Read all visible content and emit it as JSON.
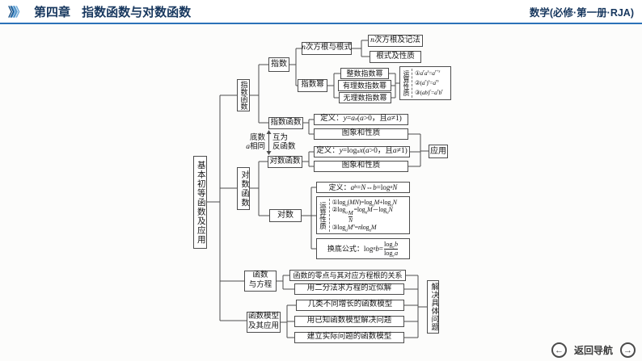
{
  "header": {
    "chevron_glyph": "》",
    "chapter": "第四章",
    "title": "指数函数与对数函数",
    "book": "数学(必修·第一册·RJA)"
  },
  "footer": {
    "back_nav": "返回导航",
    "back_icon": "←",
    "forward_icon": "→"
  },
  "map": {
    "root": "基本初等函数及应用",
    "exp_branch": {
      "label": "指数函数",
      "exponent": {
        "label": "指数",
        "n_root": {
          "label": "<i>n</i>次方根与根式",
          "notation": "<i>n</i>次方根及记法",
          "radical_props": "根式及性质"
        },
        "power": {
          "label": "指数幂",
          "children": [
            "整数指数幂",
            "有理数指数幂",
            "无理数指数幂"
          ],
          "props_label": "运算性质",
          "props": [
            "①<i>a</i><sup><i>r</i></sup><i>a</i><sup><i>s</i></sup>=<i>a</i><sup><i>r</i>+<i>s</i></sup>",
            "②(<i>a</i><sup><i>r</i></sup>)<sup><i>s</i></sup>=<i>a</i><sup><i>rs</i></sup>",
            "③(<i>ab</i>)<sup><i>r</i></sup>=<i>a</i><sup><i>r</i></sup><i>b</i><sup><i>r</i></sup>"
          ]
        }
      },
      "func": {
        "label": "指数函数",
        "definition": "定义：<i>y</i>=<i>a</i><sup><i>x</i></sup>(<i>a</i>&gt;0，且<i>a</i>≠1)",
        "graph": "图象和性质"
      }
    },
    "relation": {
      "same_base": "底数<br><i>a</i>相同",
      "inverse": "互为<br>反函数"
    },
    "application": "应用",
    "log_branch": {
      "label": "对数函数",
      "func": {
        "label": "对数函数",
        "definition": "定义：<i>y</i>=log<sub><i>a</i></sub><i>x</i>(<i>a</i>&gt;0，且<i>a</i>≠1)",
        "graph": "图象和性质"
      },
      "logarithm": {
        "label": "对数",
        "definition": "定义：<i>a</i><sup><i>b</i></sup>=<i>N</i>⇔<i>b</i>=log<sub><i>a</i></sub><i>N</i>",
        "props_label": "运算性质",
        "props": [
          "①log<sub><i>a</i></sub>(<i>MN</i>)=log<sub><i>a</i></sub><i>M</i>+log<sub><i>a</i></sub><i>N</i>",
          "②log<sub><i>a</i></sub><span class='frac'><span><i>M</i></span><span><i>N</i></span></span>=log<sub><i>a</i></sub><i>M</i>－log<sub><i>a</i></sub><i>N</i>",
          "③log<sub><i>a</i></sub><i>M</i><sup><i>n</i></sup>=<i>n</i>log<sub><i>a</i></sub><i>M</i>"
        ],
        "change_of_base": "换底公式：log<sub><i>a</i></sub><i>b</i>=<span class='frac'><span>log<sub><i>c</i></sub><i>b</i></span><span>log<sub><i>c</i></sub><i>a</i></span></span>"
      }
    },
    "func_eq": {
      "label": "函数<br>与方程",
      "children": [
        "函数的零点与其对应方程根的关系",
        "用二分法求方程的近似解"
      ]
    },
    "func_model": {
      "label": "函数模型<br>及其应用",
      "children": [
        "几类不同增长的函数模型",
        "用已知函数模型解决问题",
        "建立实际问题的函数模型"
      ]
    },
    "solve": "解决具体问题"
  }
}
